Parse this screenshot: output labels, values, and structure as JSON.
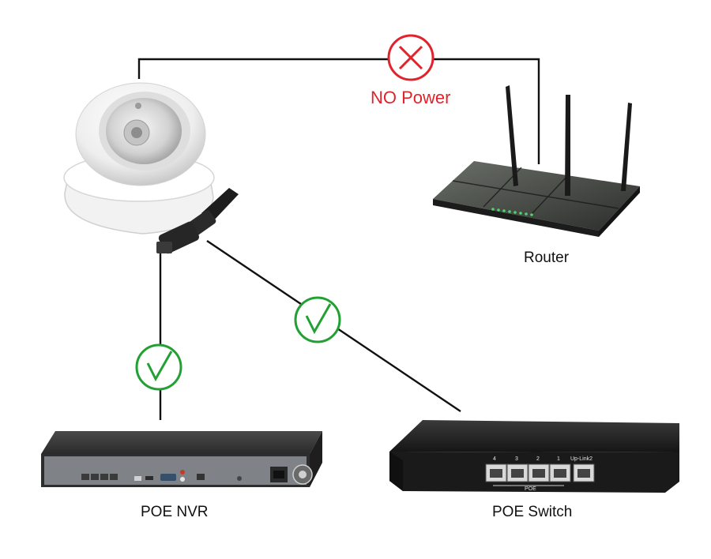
{
  "labels": {
    "no_power": "NO Power",
    "router": "Router",
    "poe_nvr": "POE NVR",
    "poe_switch": "POE Switch"
  },
  "switch_ports": {
    "port_4": "4",
    "port_3": "3",
    "port_2": "2",
    "port_1": "1",
    "uplink": "Up-Link2"
  },
  "switch_group_label": "POE",
  "colors": {
    "cross": "#e0232c",
    "check": "#22a033",
    "line": "#111111"
  },
  "icons": {
    "cross": "cross-circle-icon",
    "check": "check-circle-icon"
  }
}
